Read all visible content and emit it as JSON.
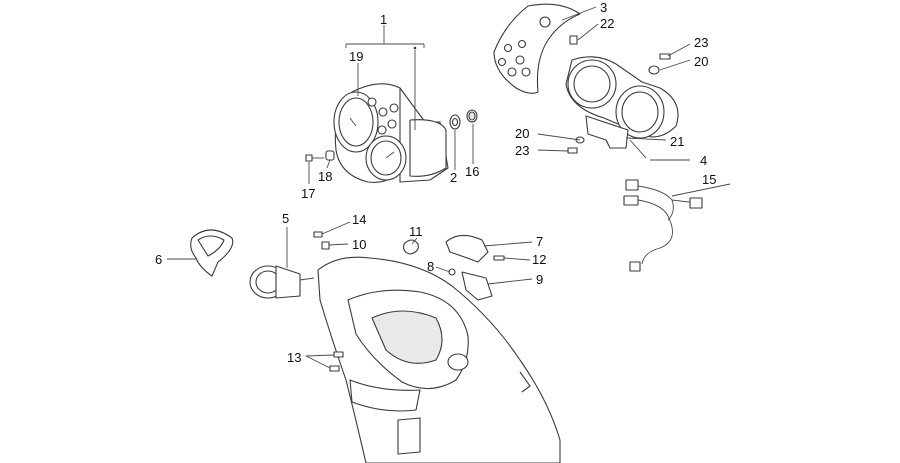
{
  "callouts": {
    "n1": "1",
    "n2": "2",
    "n3": "3",
    "n4": "4",
    "n5": "5",
    "n6": "6",
    "n7": "7",
    "n8": "8",
    "n9": "9",
    "n10": "10",
    "n11": "11",
    "n12": "12",
    "n13": "13",
    "n14": "14",
    "n15": "15",
    "n16": "16",
    "n17": "17",
    "n18": "18",
    "n19": "19",
    "n20a": "20",
    "n20b": "20",
    "n21": "21",
    "n22": "22",
    "n23a": "23",
    "n23b": "23"
  },
  "colors": {
    "line": "#3a3a3a",
    "fill": "#e9e9e9",
    "background": "#ffffff"
  }
}
